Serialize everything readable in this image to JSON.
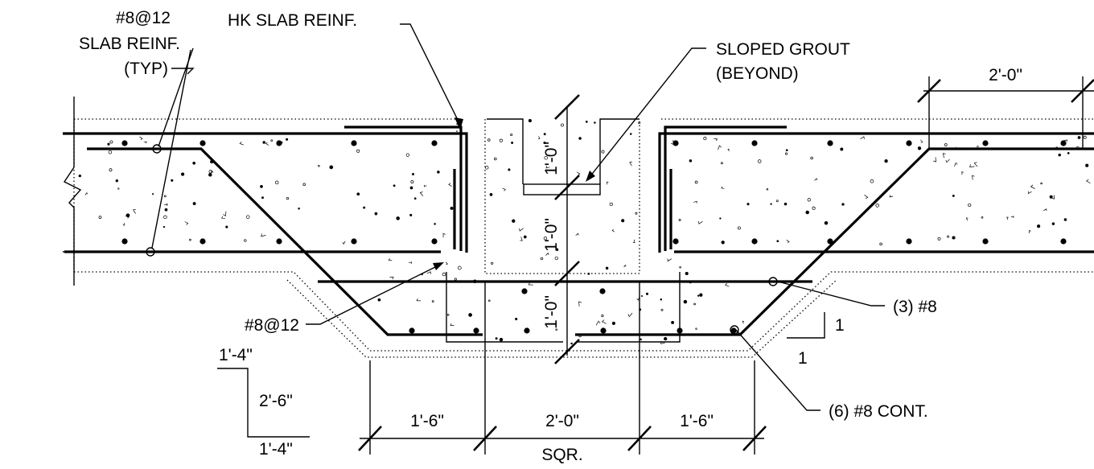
{
  "labels": {
    "slab_reinf_bar": "#8@12",
    "slab_reinf_text": "SLAB REINF.",
    "slab_reinf_typ": "(TYP)",
    "hk_slab_reinf": "HK SLAB REINF.",
    "sloped_grout": "SLOPED GROUT",
    "sloped_grout_beyond": "(BEYOND)",
    "top_dim": "2'-0\"",
    "vert_dim_1": "1'-0\"",
    "vert_dim_2": "1'-0\"",
    "vert_dim_3": "1'-0\"",
    "three_bars": "(3) #8",
    "six_bars": "(6) #8 CONT.",
    "diag_bar": "#8@12",
    "slope_rise": "1",
    "slope_run": "1",
    "schedule_top": "1'-4\"",
    "schedule_mid": "2'-6\"",
    "schedule_bottom": "1'-4\"",
    "bottom_dim_left": "1'-6\"",
    "bottom_dim_center": "2'-0\"",
    "bottom_dim_right": "1'-6\"",
    "sqr": "SQR."
  },
  "colors": {
    "ink": "#000000",
    "paper": "#ffffff"
  }
}
